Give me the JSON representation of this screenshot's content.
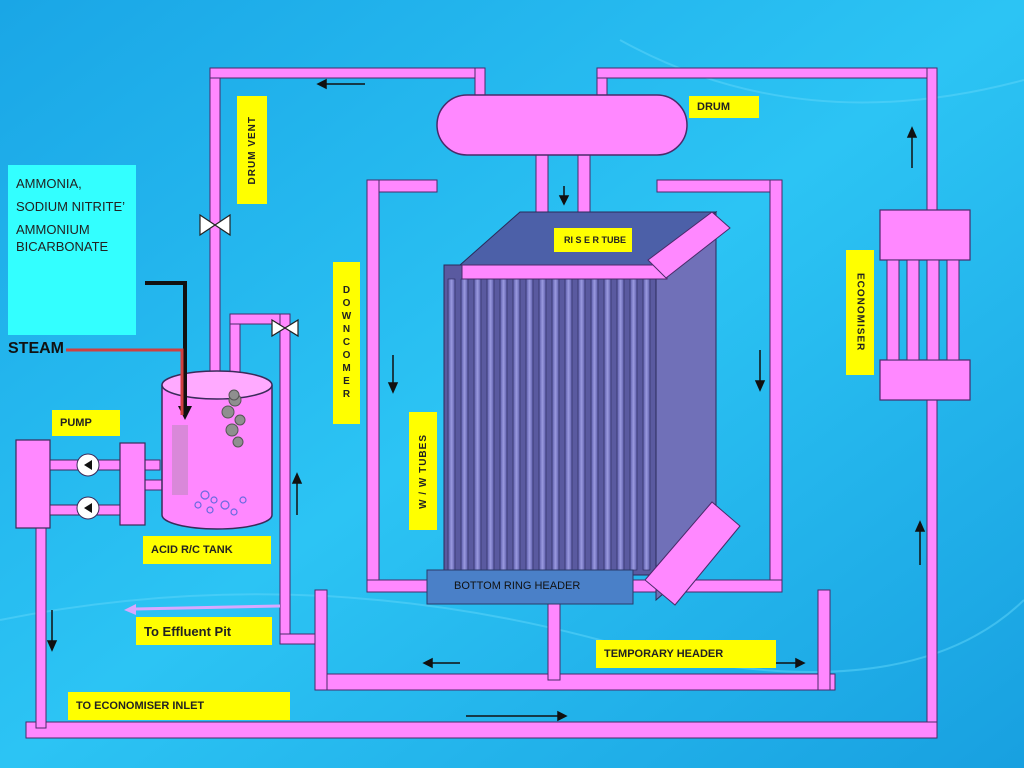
{
  "labels": {
    "drum": "DRUM",
    "drum_vent": "DRUM VENT",
    "chemicals": [
      "AMMONIA,",
      "SODIUM NITRITE’",
      "AMMONIUM BICARBONATE"
    ],
    "steam": "STEAM",
    "pump": "PUMP",
    "downcomer": "DOWNCOMER",
    "riser_tube": "RI S E R TUBE",
    "economiser": "ECONOMISER",
    "ww_tubes": "W / W TUBES",
    "acid_tank": "ACID R/C TANK",
    "effluent_pit": "To Effluent Pit",
    "bottom_ring_header": "BOTTOM RING HEADER",
    "temporary_header": "TEMPORARY HEADER",
    "economiser_inlet": "TO  ECONOMISER  INLET"
  },
  "colors": {
    "background": "#20b8f0",
    "pipe": "#ff88ff",
    "label": "#ffff00",
    "chem_box": "#33ffff",
    "tube_face": "#7878c0",
    "header_bar": "#4a80c8"
  }
}
